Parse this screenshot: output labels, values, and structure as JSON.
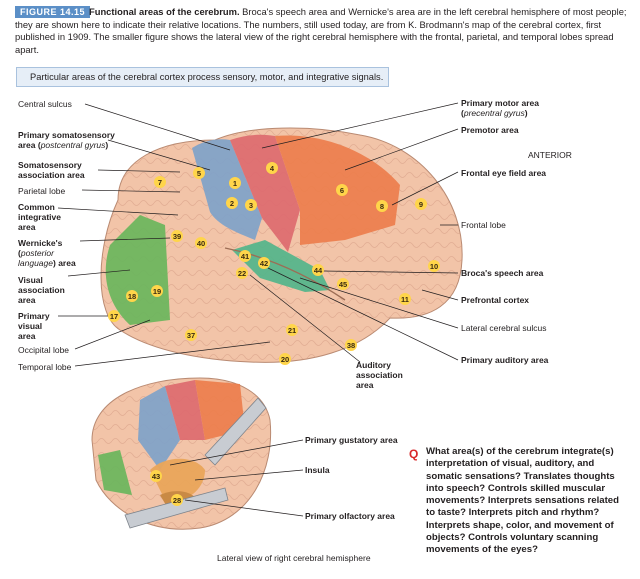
{
  "figure": {
    "tag": "FIGURE 14.15",
    "title": "Functional areas of the cerebrum.",
    "body": "Broca's speech area and Wernicke's area are in the left cerebral hemisphere of most people; they are shown here to indicate their relative locations. The numbers, still used today, are from K. Brodmann's map of the cerebral cortex, first published in 1909. The smaller figure shows the lateral view of the right cerebral hemisphere with the frontal, parietal, and temporal lobes spread apart."
  },
  "banner": "Particular areas of the cerebral cortex process sensory, motor, and integrative signals.",
  "labels": {
    "central_sulcus": "Central sulcus",
    "primary_somatosensory": "Primary somatosensory",
    "primary_somatosensory_2": "area (",
    "postcentral": "postcentral gyrus",
    "primary_somatosensory_3": ")",
    "somatosensory_assoc_1": "Somatosensory",
    "somatosensory_assoc_2": "association area",
    "parietal_lobe": "Parietal lobe",
    "common_integrative_1": "Common",
    "common_integrative_2": "integrative",
    "common_integrative_3": "area",
    "wernicke_1": "Wernicke's",
    "wernicke_2": "posterior",
    "wernicke_3": "language",
    "wernicke_4": "area",
    "visual_assoc_1": "Visual",
    "visual_assoc_2": "association",
    "visual_assoc_3": "area",
    "primary_visual_1": "Primary",
    "primary_visual_2": "visual",
    "primary_visual_3": "area",
    "occipital_lobe": "Occipital lobe",
    "temporal_lobe": "Temporal lobe",
    "primary_motor_1": "Primary motor area",
    "primary_motor_2": "precentral gyrus",
    "premotor": "Premotor area",
    "anterior": "ANTERIOR",
    "frontal_eye": "Frontal eye field area",
    "frontal_lobe": "Frontal lobe",
    "broca": "Broca's speech area",
    "prefrontal": "Prefrontal cortex",
    "lateral_sulcus": "Lateral cerebral sulcus",
    "primary_auditory": "Primary auditory area",
    "auditory_assoc_1": "Auditory",
    "auditory_assoc_2": "association",
    "auditory_assoc_3": "area",
    "primary_gustatory": "Primary gustatory area",
    "insula": "Insula",
    "primary_olfactory": "Primary olfactory area",
    "small_caption": "Lateral view of right cerebral hemisphere"
  },
  "brodmann_numbers": [
    "1",
    "2",
    "3",
    "4",
    "5",
    "6",
    "7",
    "8",
    "9",
    "10",
    "11",
    "17",
    "18",
    "19",
    "20",
    "21",
    "22",
    "37",
    "38",
    "39",
    "40",
    "41",
    "42",
    "44",
    "45",
    "43",
    "28"
  ],
  "question": {
    "mark": "Q",
    "text": "What area(s) of the cerebrum integrate(s) interpretation of visual, auditory, and somatic sensations? Translates thoughts into speech? Controls skilled muscular movements? Interprets sensations related to taste? Interprets pitch and rhythm? Interprets shape, color, and movement of objects? Controls voluntary scanning movements of the eyes?"
  },
  "colors": {
    "tag": "#5b8fc7",
    "somatosensory": "#7fa2c9",
    "motor": "#dd6a6f",
    "premotor": "#ec7c4a",
    "visual": "#6ab55c",
    "auditory": "#4fb58a",
    "cortex": "#f2c4a8",
    "number_badge": "#ffd54a",
    "question_mark": "#d8282a"
  }
}
